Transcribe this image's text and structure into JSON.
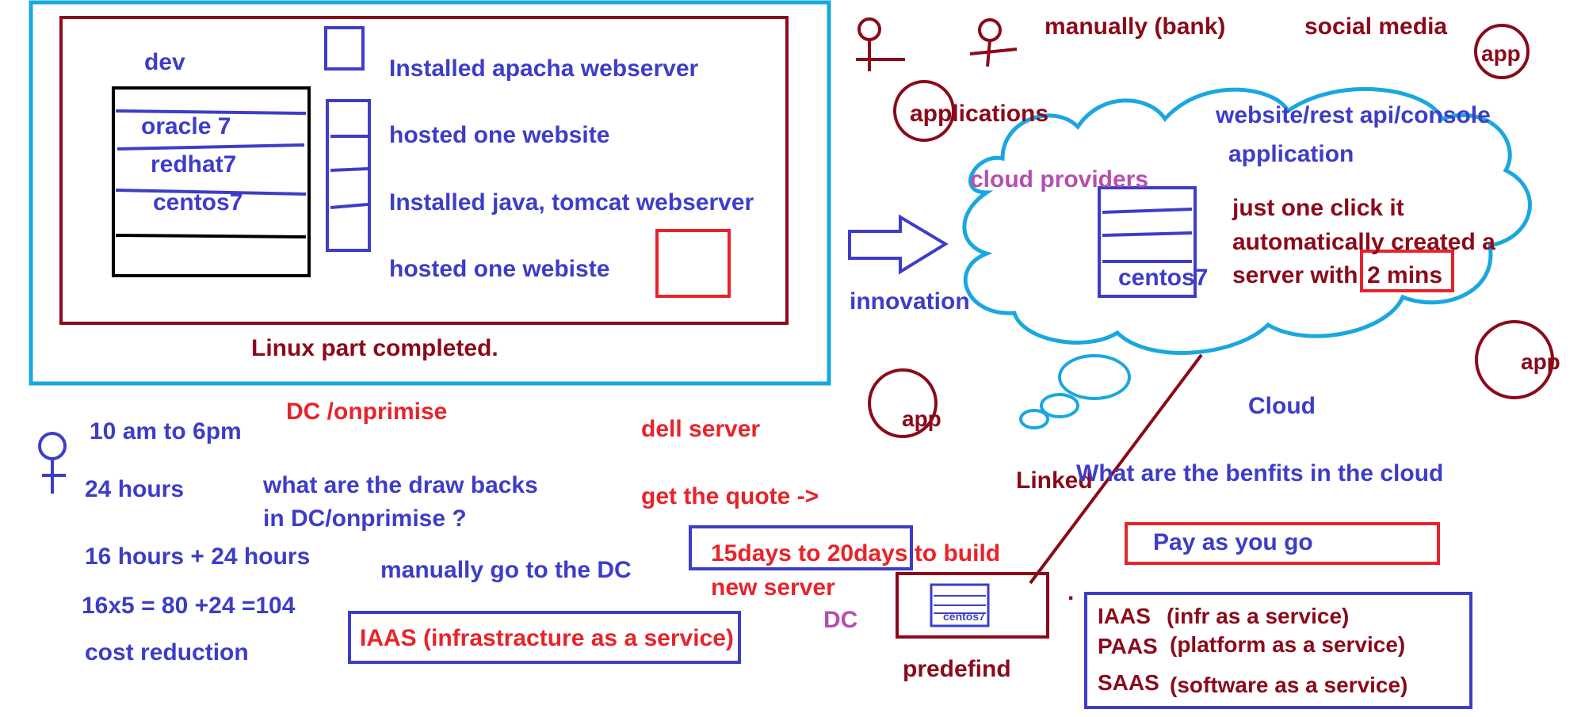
{
  "colors": {
    "blue_text": "#3d3dc8",
    "dark_red": "#8b0a1a",
    "red": "#e8232a",
    "purple": "#b44fb0",
    "cyan": "#1aa7e0",
    "black": "#000000"
  },
  "linux_box": {
    "dev": "dev",
    "os_list": [
      "oracle 7",
      "redhat7",
      "centos7"
    ],
    "steps": [
      "Installed apacha  webserver",
      "hosted one website",
      "Installed java, tomcat webserver",
      "hosted one webiste"
    ],
    "completed": "Linux part completed."
  },
  "onprem": {
    "heading": "DC /onprimise",
    "hours": [
      "10 am to 6pm",
      "24 hours",
      "16 hours + 24 hours",
      "16x5 = 80 +24 =104",
      "cost reduction"
    ],
    "question_line1": "what are the draw backs",
    "question_line2": "in DC/onprimise ?",
    "manual": "manually go to the DC",
    "iaas_box": "IAAS (infrastracture as a service)",
    "dell": "dell server",
    "quote": "get the quote ->",
    "build_line1": "15days to 20days to build",
    "build_line2": "new server",
    "dc": "DC",
    "predefind": "predefind",
    "mini_server": "centos7"
  },
  "cloud": {
    "innovation": "innovation",
    "manual_bank": "manually (bank)",
    "social_media": "social media",
    "applications": "applications",
    "app_labels": [
      "app",
      "app",
      "app"
    ],
    "website_api": "website/rest api/console",
    "application": "application",
    "providers": "cloud providers",
    "one_click_1": "just one click it",
    "one_click_2": "automatically created a",
    "one_click_3": "server with",
    "two_mins": "2 mins",
    "server_label": "centos7",
    "cloud_label": "Cloud",
    "linked": "Linked",
    "benefits": "What are the benfits in the cloud",
    "pay": "Pay as you go",
    "dot": ".",
    "services": [
      {
        "abbr": "IAAS",
        "desc": "(infr as a service)"
      },
      {
        "abbr": "PAAS",
        "desc": "(platform as a service)"
      },
      {
        "abbr": "SAAS",
        "desc": "(software as a service)"
      }
    ]
  }
}
